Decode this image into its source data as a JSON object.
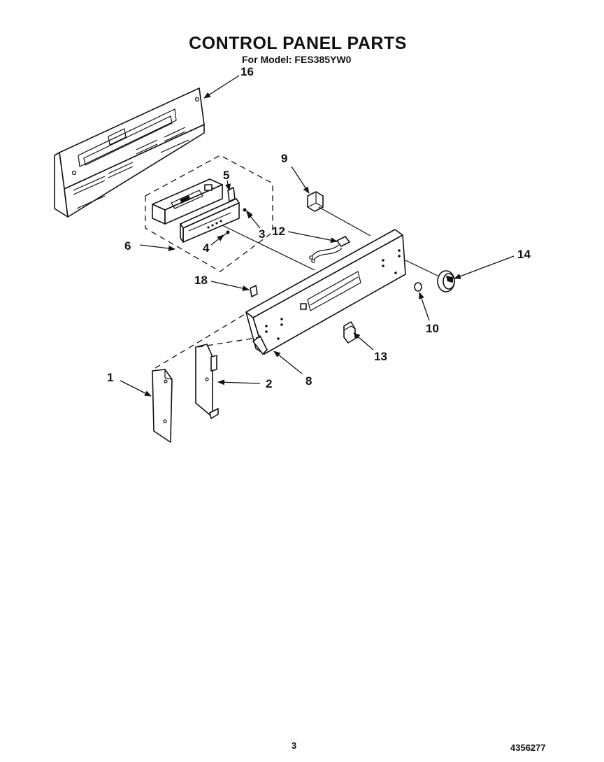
{
  "header": {
    "title": "CONTROL PANEL PARTS",
    "subtitle": "For Model: FES385YW0"
  },
  "footer": {
    "page_number": "3",
    "document_number": "4356277"
  },
  "callouts": {
    "c1": "1",
    "c2": "2",
    "c3": "3",
    "c4": "4",
    "c5": "5",
    "c6": "6",
    "c8": "8",
    "c9": "9",
    "c10": "10",
    "c12": "12",
    "c13": "13",
    "c14": "14",
    "c16": "16",
    "c18": "18"
  }
}
